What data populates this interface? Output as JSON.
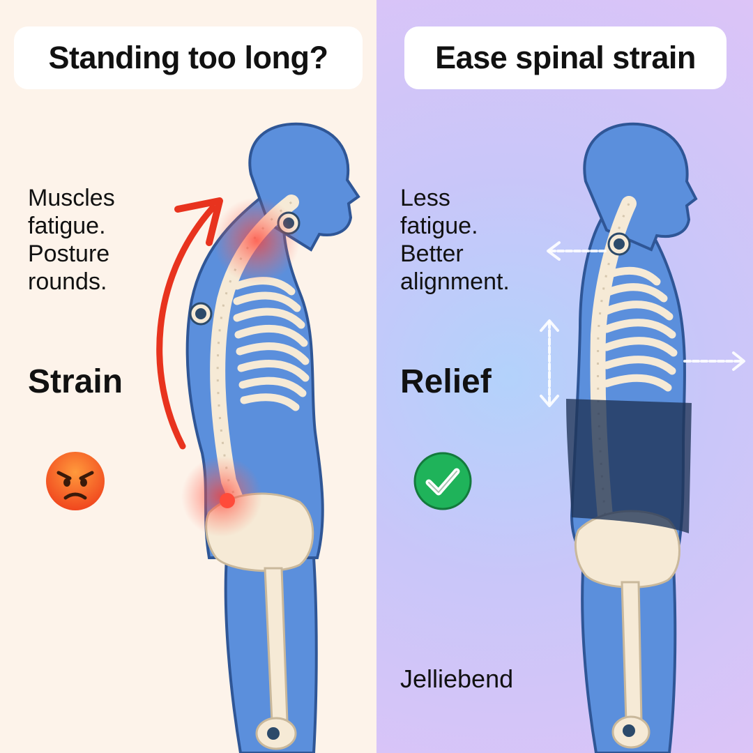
{
  "left": {
    "title": "Standing too long?",
    "caption_lines": [
      "Muscles",
      "fatigue.",
      "Posture",
      "rounds."
    ],
    "label": "Strain",
    "emoji_icon": "angry-face-icon"
  },
  "right": {
    "title": "Ease spinal strain",
    "caption_lines": [
      "Less",
      "fatigue.",
      "Better",
      "alignment."
    ],
    "label": "Relief",
    "emoji_icon": "check-mark-icon",
    "brand": "Jelliebend"
  },
  "colors": {
    "left_bg": "#fdf3ea",
    "right_bg": "#dcc4f7",
    "body_blue": "#5b8fdc",
    "body_outline": "#2f5696",
    "bone": "#f6ead6",
    "strain_red": "#e8331e",
    "check_green": "#1fb35a",
    "brace_navy": "#1f3356"
  }
}
